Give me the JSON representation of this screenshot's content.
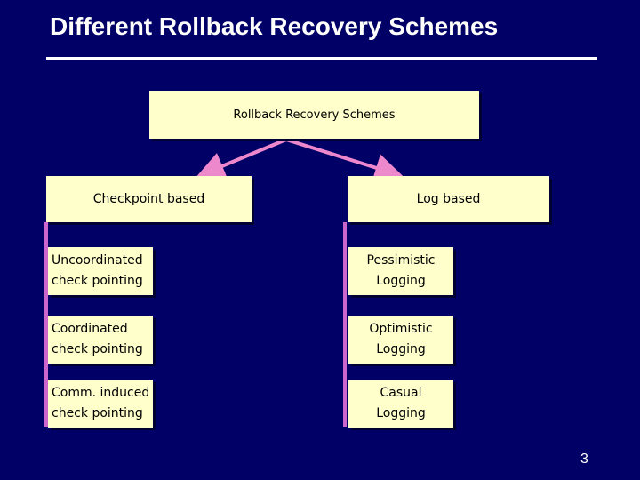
{
  "slide": {
    "title": "Different Rollback Recovery Schemes",
    "page_number": "3"
  },
  "diagram": {
    "root": "Rollback Recovery Schemes",
    "left_category": "Checkpoint based",
    "right_category": "Log based",
    "left_items": [
      {
        "line1": "Uncoordinated",
        "line2": "check pointing"
      },
      {
        "line1": "Coordinated",
        "line2": "check pointing"
      },
      {
        "line1": "Comm. induced",
        "line2": "check pointing"
      }
    ],
    "right_items": [
      {
        "line1": "Pessimistic",
        "line2": "Logging"
      },
      {
        "line1": "Optimistic",
        "line2": "Logging"
      },
      {
        "line1": "Casual",
        "line2": "Logging"
      }
    ],
    "colors": {
      "background": "#000066",
      "box_fill": "#ffffcc",
      "arrow": "#ee88cc",
      "bar": "#cc66cc"
    }
  }
}
